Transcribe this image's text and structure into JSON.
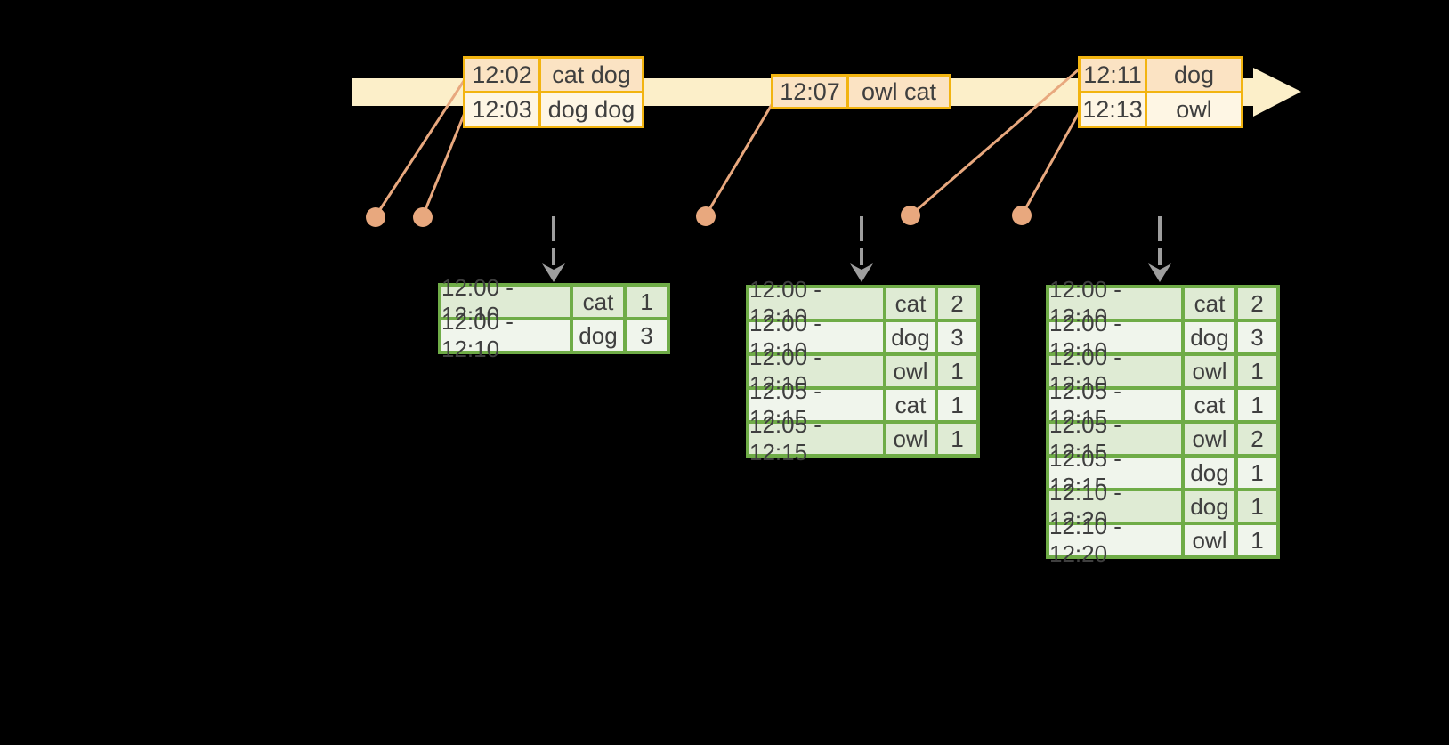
{
  "colors": {
    "background": "#000000",
    "timeline_band": "#FCEFC9",
    "event_border": "#F2B410",
    "event_fill_dark": "#FBE3C3",
    "event_fill_light": "#FEF6E4",
    "connector": "#E8A87E",
    "table_border": "#6FAC47",
    "table_fill_dark": "#DFEBD4",
    "table_fill_light": "#F0F5EC",
    "trigger_arrow": "#9E9E9E",
    "text": "#3F3F3F"
  },
  "timeline": {
    "events": [
      {
        "time": "12:02",
        "words": "cat dog"
      },
      {
        "time": "12:03",
        "words": "dog dog"
      },
      {
        "time": "12:07",
        "words": "owl cat"
      },
      {
        "time": "12:11",
        "words": "dog"
      },
      {
        "time": "12:13",
        "words": "owl"
      }
    ]
  },
  "result_tables": [
    {
      "rows": [
        {
          "window": "12:00 - 12:10",
          "word": "cat",
          "count": "1"
        },
        {
          "window": "12:00 - 12:10",
          "word": "dog",
          "count": "3"
        }
      ]
    },
    {
      "rows": [
        {
          "window": "12:00 - 12:10",
          "word": "cat",
          "count": "2"
        },
        {
          "window": "12:00 - 12:10",
          "word": "dog",
          "count": "3"
        },
        {
          "window": "12:00 - 12:10",
          "word": "owl",
          "count": "1"
        },
        {
          "window": "12:05 - 12:15",
          "word": "cat",
          "count": "1"
        },
        {
          "window": "12:05 - 12:15",
          "word": "owl",
          "count": "1"
        }
      ]
    },
    {
      "rows": [
        {
          "window": "12:00 - 12:10",
          "word": "cat",
          "count": "2"
        },
        {
          "window": "12:00 - 12:10",
          "word": "dog",
          "count": "3"
        },
        {
          "window": "12:00 - 12:10",
          "word": "owl",
          "count": "1"
        },
        {
          "window": "12:05 - 12:15",
          "word": "cat",
          "count": "1"
        },
        {
          "window": "12:05 - 12:15",
          "word": "owl",
          "count": "2"
        },
        {
          "window": "12:05 - 12:15",
          "word": "dog",
          "count": "1"
        },
        {
          "window": "12:10 - 12:20",
          "word": "dog",
          "count": "1"
        },
        {
          "window": "12:10 - 12:20",
          "word": "owl",
          "count": "1"
        }
      ]
    }
  ]
}
